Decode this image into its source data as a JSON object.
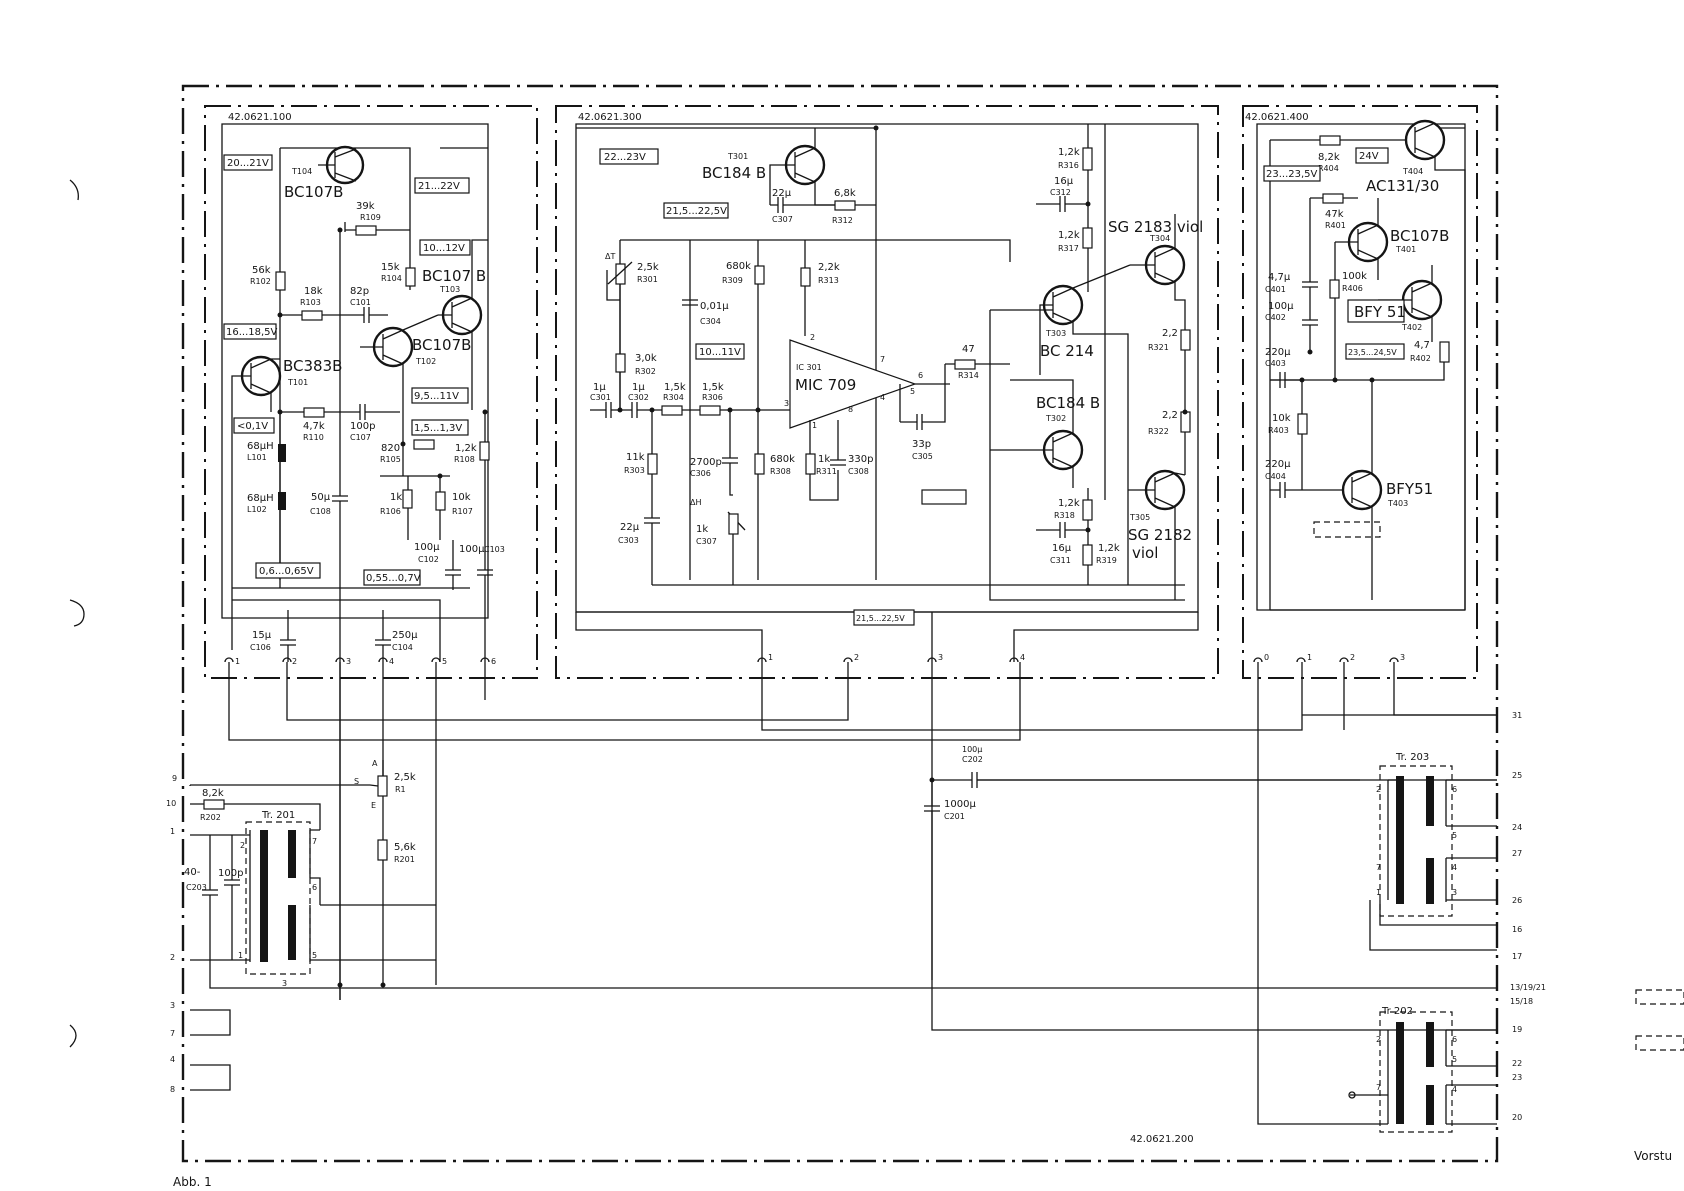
{
  "modules": {
    "m100": "42.0621.100",
    "m300": "42.0621.300",
    "m400": "42.0621.400",
    "m200": "42.0621.200"
  },
  "caption": "Abb. 1",
  "edge_text": "Vorstu",
  "voltages": {
    "v20_21": "20...21V",
    "v21_22": "21...22V",
    "v10_12": "10...12V",
    "v16_185": "16...18,5V",
    "v01": "<0,1V",
    "v95_11": "9,5...11V",
    "v15_13": "1,5...1,3V",
    "v06_065": "0,6...0,65V",
    "v055_07": "0,55...0,7V",
    "v22_23": "22...23V",
    "v215_225": "21,5...22,5V",
    "v10_11": "10...11V",
    "v23_235": "23...23,5V",
    "v24": "24V",
    "v235_245": "23,5...24,5V",
    "v215_225b": "21,5...22,5V"
  },
  "m100_parts": {
    "t104": "T104",
    "t104_type": "BC107B",
    "r109": "R109",
    "r109_val": "39k",
    "r102": "R102",
    "r102_val": "56k",
    "r103": "R103",
    "r103_val": "18k",
    "c101": "C101",
    "c101_val": "82p",
    "r104": "R104",
    "r104_val": "15k",
    "t103": "T103",
    "t103_type": "BC107 B",
    "t102": "T102",
    "t102_type": "BC107B",
    "t101": "T101",
    "t101_type": "BC383B",
    "r110": "R110",
    "r110_val": "4,7k",
    "c107": "C107",
    "c107_val": "100p",
    "l101": "L101",
    "l101_val": "68µH",
    "l102": "L102",
    "l102_val": "68µH",
    "c108": "C108",
    "c108_val": "50µ",
    "r105": "R105",
    "r105_val": "820",
    "r106": "R106",
    "r106_val": "1k",
    "r107": "R107",
    "r107_val": "10k",
    "r108": "R108",
    "r108_val": "1,2k",
    "c102": "C102",
    "c102_val": "100µ",
    "c103": "C103",
    "c103_val": "100µ",
    "c106": "C106",
    "c106_val": "15µ",
    "c104": "C104",
    "c104_val": "250µ"
  },
  "m300_parts": {
    "t301": "T301",
    "t301_type": "BC184 B",
    "c307a": "C307",
    "c307a_val": "22µ",
    "r312": "R312",
    "r312_val": "6,8k",
    "r301": "R301",
    "r301_val": "2,5k",
    "delta_t": "ΔT",
    "r309": "R309",
    "r309_val": "680k",
    "r313": "R313",
    "r313_val": "2,2k",
    "c304": "C304",
    "c304_val": "0,01µ",
    "r302": "R302",
    "r302_val": "3,0k",
    "ic301": "IC 301",
    "ic301_type": "MIC 709",
    "c301": "C301",
    "c301_val": "1µ",
    "c302": "C302",
    "c302_val": "1µ",
    "r304": "R304",
    "r304_val": "1,5k",
    "r306": "R306",
    "r306_val": "1,5k",
    "r314": "R314",
    "r314_val": "47",
    "c305": "C305",
    "c305_val": "33p",
    "r303": "R303",
    "r303_val": "11k",
    "c306": "C306",
    "c306_val": "2700p",
    "r308": "R308",
    "r308_val": "680k",
    "r311": "R311",
    "r311_val": "1k",
    "c308": "C308",
    "c308_val": "330p",
    "delta_h": "ΔH",
    "c307b": "C307",
    "c307b_val": "1k",
    "c303": "C303",
    "c303_val": "22µ",
    "r316": "R316",
    "r316_val": "1,2k",
    "c312": "C312",
    "c312_val": "16µ",
    "r317": "R317",
    "r317_val": "1,2k",
    "t304": "T304",
    "t304_type": "SG 2183 viol",
    "t303": "T303",
    "t303_type": "BC 214",
    "r321": "R321",
    "r321_val": "2,2",
    "t302": "T302",
    "t302_type": "BC184 B",
    "r322": "R322",
    "r322_val": "2,2",
    "r318": "R318",
    "r318_val": "1,2k",
    "c311": "C311",
    "c311_val": "16µ",
    "r319": "R319",
    "r319_val": "1,2k",
    "t305": "T305",
    "t305_type": "SG 2182",
    "t305_viol": "viol",
    "pin_labels": [
      "7",
      "2",
      "3",
      "6",
      "5",
      "1",
      "8",
      "4"
    ]
  },
  "m400_parts": {
    "r404": "R404",
    "r404_val": "8,2k",
    "t404": "T404",
    "t404_type": "AC131/30",
    "r401": "R401",
    "r401_val": "47k",
    "t401": "T401",
    "t401_type": "BC107B",
    "c401": "C401",
    "c401_val": "4,7µ",
    "r406": "R406",
    "r406_val": "100k",
    "c402": "C402",
    "c402_val": "100µ",
    "t402": "T402",
    "t402_type": "BFY 51",
    "c403": "C403",
    "c403_val": "220µ",
    "r402": "R402",
    "r402_val": "4,7",
    "r403": "R403",
    "r403_val": "10k",
    "c404": "C404",
    "c404_val": "220µ",
    "t403": "T403",
    "t403_type": "BFY51"
  },
  "m200_parts": {
    "r1": "R1",
    "r1_val": "2,5k",
    "r202": "R202",
    "r202_val": "8,2k",
    "r201": "R201",
    "r201_val": "5,6k",
    "tr201": "Tr. 201",
    "c203": "C203",
    "c203_val": "40-",
    "c_100p": "100p",
    "c202": "C202",
    "c202_val": "100µ",
    "c201": "C201",
    "c201_val": "1000µ",
    "tr203": "Tr. 203",
    "tr202": "Tr 202",
    "wiper_s": "S",
    "wiper_a": "A",
    "wiper_e": "E"
  },
  "connector_pins": {
    "m100": [
      "1",
      "2",
      "3",
      "4",
      "5",
      "6"
    ],
    "m300": [
      "1",
      "2",
      "3",
      "4"
    ],
    "m400": [
      "0",
      "1",
      "2",
      "3"
    ]
  },
  "terminals_left": [
    "9",
    "10",
    "1",
    "2",
    "3",
    "7",
    "4",
    "8"
  ],
  "terminals_right": [
    "31",
    "25",
    "24",
    "27",
    "26",
    "16",
    "17",
    "13/19/21",
    "15/18",
    "19",
    "22",
    "23",
    "20"
  ],
  "tr_pins": [
    "1",
    "2",
    "3",
    "4",
    "5",
    "6",
    "7"
  ]
}
